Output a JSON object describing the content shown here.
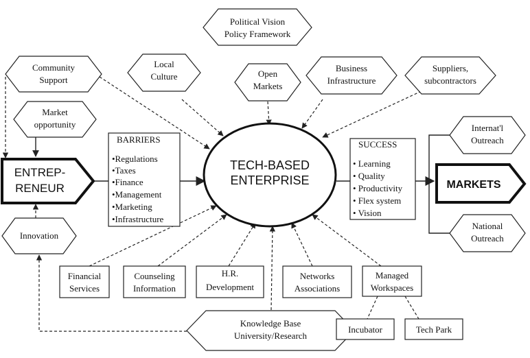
{
  "diagram": {
    "center": {
      "lines": [
        "TECH-BASED",
        "ENTERPRISE"
      ]
    },
    "entrepreneur": {
      "lines": [
        "ENTREP-",
        "RENEUR"
      ]
    },
    "markets": {
      "label": "MARKETS"
    },
    "barriers": {
      "title": "BARRIERS",
      "items": [
        "•Regulations",
        "•Taxes",
        "•Finance",
        "•Management",
        "•Marketing",
        "•Infrastructure"
      ]
    },
    "success": {
      "title": "SUCCESS",
      "items": [
        "• Learning",
        "• Quality",
        "• Productivity",
        "• Flex system",
        "• Vision"
      ]
    },
    "top_nodes": {
      "political": [
        "Political Vision",
        "Policy Framework"
      ],
      "community": [
        "Community",
        "Support"
      ],
      "local_culture": [
        "Local",
        "Culture"
      ],
      "open_markets": [
        "Open",
        "Markets"
      ],
      "business_infra": [
        "Business",
        "Infrastructure"
      ],
      "suppliers": [
        "Suppliers,",
        "subcontractors"
      ],
      "market_opportunity": [
        "Market",
        "opportunity"
      ]
    },
    "left_nodes": {
      "innovation": [
        "Innovation"
      ]
    },
    "right_nodes": {
      "international": [
        "Internat'l",
        "Outreach"
      ],
      "national": [
        "National",
        "Outreach"
      ]
    },
    "bottom_nodes": {
      "financial": [
        "Financial",
        "Services"
      ],
      "counseling": [
        "Counseling",
        "Information"
      ],
      "hr": [
        "H.R.",
        "Development"
      ],
      "networks": [
        "Networks",
        "Associations"
      ],
      "workspaces": [
        "Managed",
        "Workspaces"
      ],
      "incubator": [
        "Incubator"
      ],
      "tech_park": [
        "Tech Park"
      ],
      "knowledge": [
        "Knowledge Base",
        "University/Research"
      ]
    }
  }
}
